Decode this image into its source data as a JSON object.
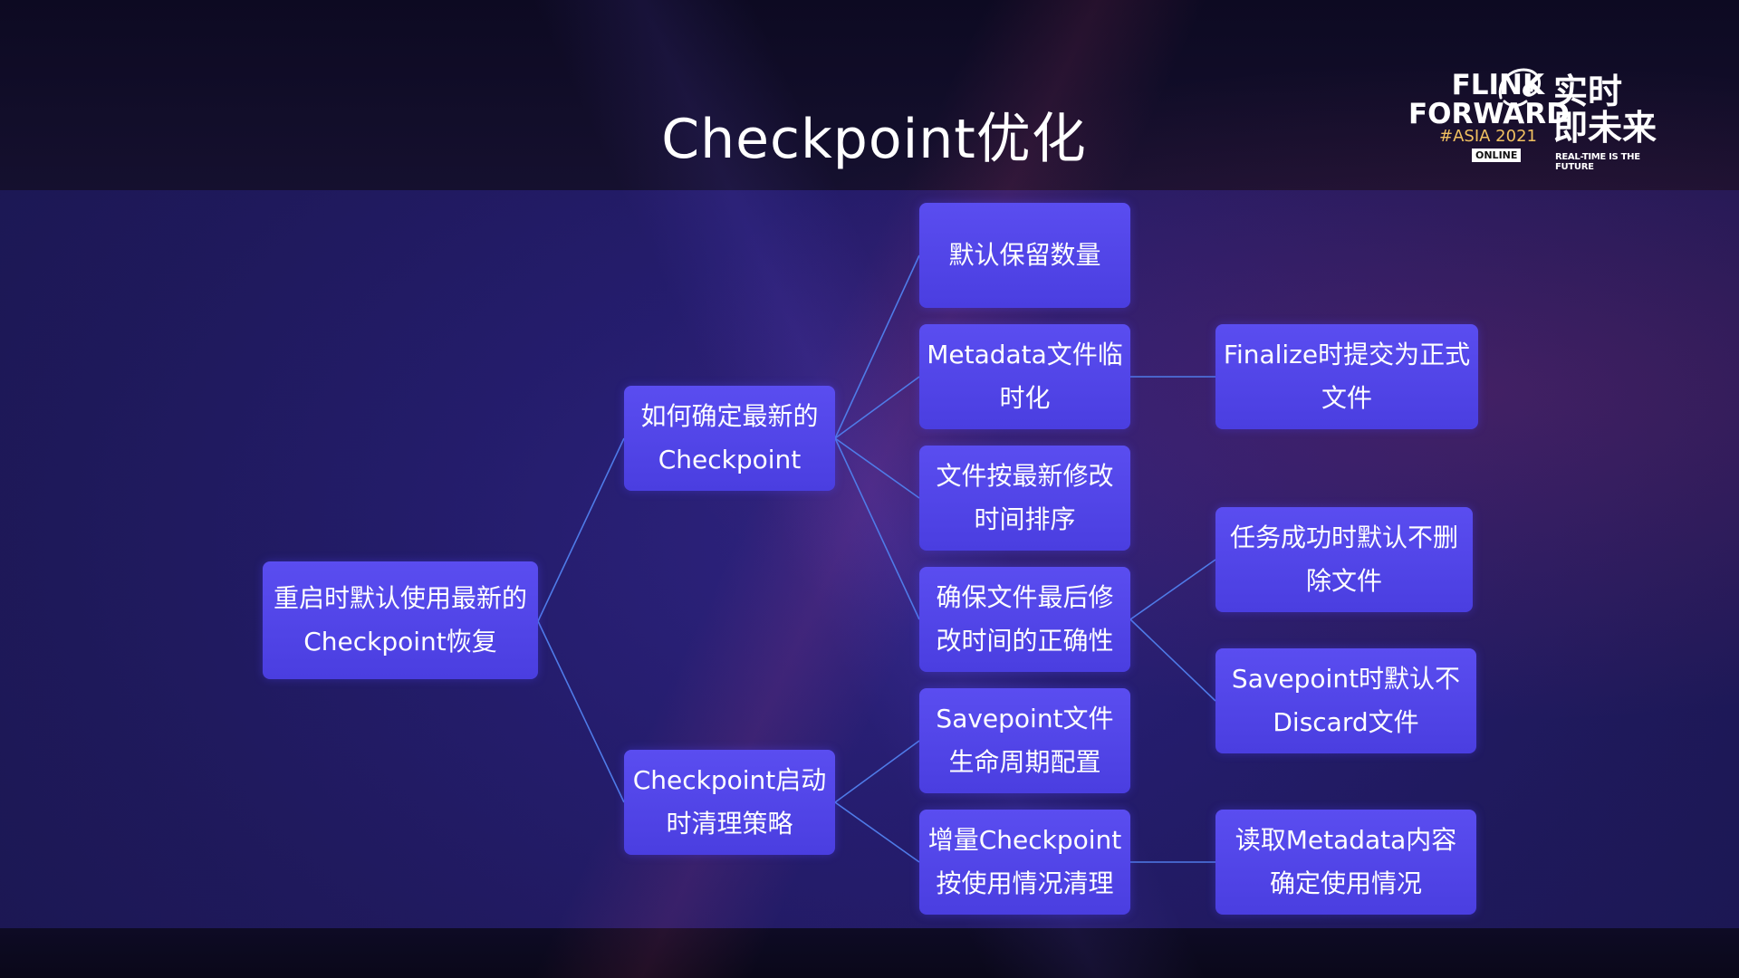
{
  "slide": {
    "title": "Checkpoint优化"
  },
  "logo": {
    "line1": "FLINK",
    "line2": "FORWARD",
    "edition": "#ASIA 2021",
    "badge": "ONLINE",
    "cn_line1": "实时",
    "cn_line2": "即未来",
    "tagline": "REAL-TIME IS THE FUTURE"
  },
  "nodes": {
    "root": "重启时默认使用最新的Checkpoint恢复",
    "how_latest": "如何确定最新的Checkpoint",
    "cleanup_policy": "Checkpoint启动时清理策略",
    "default_retain": "默认保留数量",
    "metadata_temp": "Metadata文件临时化",
    "sort_by_mtime": "文件按最新修改时间排序",
    "ensure_mtime": "确保文件最后修改时间的正确性",
    "savepoint_lifecycle": "Savepoint文件生命周期配置",
    "incremental_cleanup": "增量Checkpoint按使用情况清理",
    "finalize_commit": "Finalize时提交为正式文件",
    "task_success": "任务成功时默认不删除文件",
    "savepoint_discard": "Savepoint时默认不Discard文件",
    "read_metadata": "读取Metadata内容确定使用情况"
  }
}
